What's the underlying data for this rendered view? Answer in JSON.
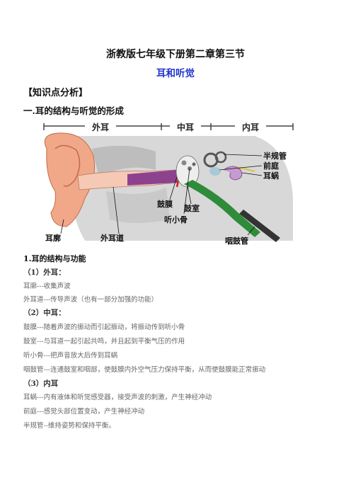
{
  "doc": {
    "title": "浙教版七年级下册第二章第三节",
    "subtitle": "耳和听觉",
    "section_head": "【知识点分析】",
    "heading1": "一.耳的结构与听觉的形成"
  },
  "figure": {
    "header_labels": [
      "外耳",
      "中耳",
      "内耳"
    ],
    "part_labels": {
      "semicircular": "半规管",
      "vestibule": "前庭",
      "cochlea": "耳蜗",
      "eardrum": "鼓膜",
      "tympanic": "鼓室",
      "ossicles": "听小骨",
      "pinna": "耳廓",
      "canal": "外耳道",
      "eustachian": "咽鼓管"
    }
  },
  "content": {
    "heading2": "1.耳的结构与功能",
    "outer_title": "（1）外耳：",
    "outer_lines": [
      "耳廓---收集声波",
      "外耳道---传导声波（也有一部分加强的功能）"
    ],
    "middle_title": "（2）中耳：",
    "middle_lines": [
      "鼓膜---随着声波的振动而引起振动，将振动传到听小骨",
      "鼓室---与耳道一起引起共鸣，并且起到平衡气压的作用",
      "听小骨---把声音放大后传到耳蜗",
      "咽鼓管---连通鼓室和咽部，使鼓膜内外空气压力保持平衡，从而使鼓膜能正常振动"
    ],
    "inner_title": "（3）内耳",
    "inner_lines": [
      "耳蜗---内有液体和听觉感受器，接受声波的刺激，产生神经冲动",
      "前庭---感觉头部位置变动，产生神经冲动",
      "半规管--维持姿势和保持平衡。"
    ]
  }
}
